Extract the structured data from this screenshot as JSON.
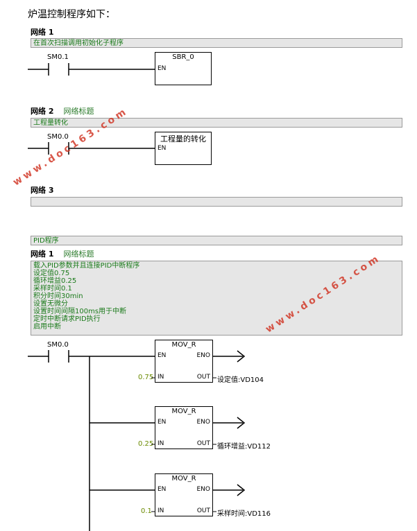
{
  "title": "炉温控制程序如下：",
  "networks": [
    {
      "label": "网络 1",
      "subtitle": "",
      "comment": "在首次扫描调用初始化子程序",
      "contact": "SM0.1",
      "box_title": "SBR_0",
      "box_pin": "EN"
    },
    {
      "label": "网络 2",
      "subtitle": "网络标题",
      "comment": "工程量转化",
      "contact": "SM0.0",
      "box_title": "工程量的转化",
      "box_pin": "EN"
    },
    {
      "label": "网络 3",
      "subtitle": "",
      "comment": ""
    }
  ],
  "pid_section": {
    "header": "PID程序",
    "label": "网络 1",
    "subtitle": "网络标题",
    "comment_lines": [
      "载入PID参数并且连接PID中断程序",
      "设定值0.75",
      "循环增益0.25",
      "采样时间0.1",
      "积分时间30min",
      "设置无微分",
      "设置时间间隔100ms用于中断",
      "定时中断请求PID执行",
      "启用中断"
    ],
    "contact": "SM0.0",
    "blocks": [
      {
        "title": "MOV_R",
        "en": "EN",
        "eno": "ENO",
        "in": "IN",
        "out": "OUT",
        "in_value": "0.75",
        "out_value": "设定值:VD104"
      },
      {
        "title": "MOV_R",
        "en": "EN",
        "eno": "ENO",
        "in": "IN",
        "out": "OUT",
        "in_value": "0.25",
        "out_value": "循环增益:VD112"
      },
      {
        "title": "MOV_R",
        "en": "EN",
        "eno": "ENO",
        "in": "IN",
        "out": "OUT",
        "in_value": "0.1",
        "out_value": "采样时间:VD116"
      }
    ]
  },
  "watermark": "www.doc163.com",
  "colors": {
    "comment_bg": "#e6e6e6",
    "comment_text": "#1a7a1a",
    "param_value": "#6a8a00",
    "watermark": "#d23a2a"
  }
}
